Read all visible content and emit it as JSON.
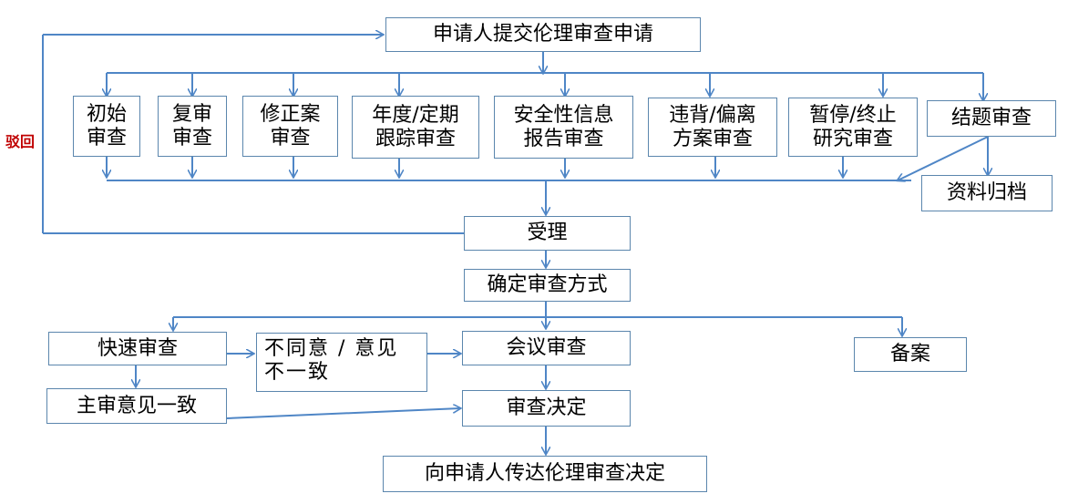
{
  "flowchart": {
    "submit": "申请人提交伦理审查申请",
    "review_types": [
      {
        "id": "initial",
        "lines": [
          "初始",
          "审查"
        ]
      },
      {
        "id": "repeat",
        "lines": [
          "复审",
          "审查"
        ]
      },
      {
        "id": "amendment",
        "lines": [
          "修正案",
          "审查"
        ]
      },
      {
        "id": "annual",
        "lines": [
          "年度/定期",
          "跟踪审查"
        ]
      },
      {
        "id": "safety",
        "lines": [
          "安全性信息",
          "报告审查"
        ]
      },
      {
        "id": "deviation",
        "lines": [
          "违背/偏离",
          "方案审查"
        ]
      },
      {
        "id": "suspend",
        "lines": [
          "暂停/终止",
          "研究审查"
        ]
      }
    ],
    "closing_review": "结题审查",
    "archive": "资料归档",
    "accept": "受理",
    "reject_label": "驳回",
    "determine_method": "确定审查方式",
    "fast_review": "快速审查",
    "disagree": "不同意 / 意见不一致",
    "meeting_review": "会议审查",
    "filing": "备案",
    "main_agree": "主审意见一致",
    "decision": "审查决定",
    "convey": "向申请人传达伦理审查决定"
  },
  "colors": {
    "border": "#5b86ad",
    "arrow": "#4f86c6",
    "reject": "#c00000"
  }
}
